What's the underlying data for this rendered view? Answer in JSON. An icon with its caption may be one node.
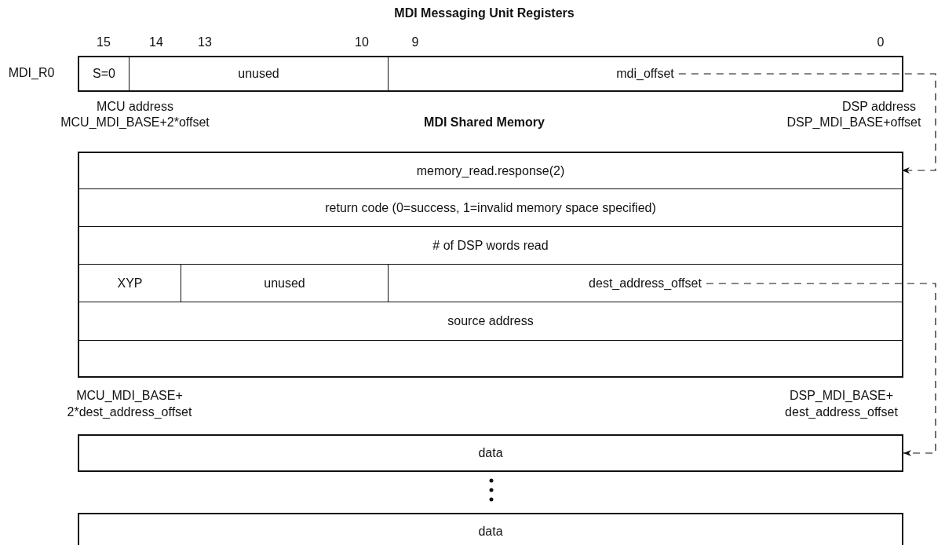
{
  "diagram": {
    "title": "MDI Messaging Unit Registers",
    "nodes": [
      {
        "text": [],
        "shape": "box"
      },
      {
        "text": [
          "S=0"
        ],
        "in": 0
      },
      {
        "text": [
          "unused"
        ],
        "in": 0
      },
      {
        "text": [
          "mdi_offset"
        ],
        "in": 0
      },
      {
        "text": [],
        "shape": "box"
      },
      {
        "text": [
          "memory_read.response(2)"
        ],
        "in": 4
      },
      {
        "text": [
          "return code (0=success, 1=invalid memory space specified)"
        ],
        "in": 4
      },
      {
        "text": [
          "# of DSP words read"
        ],
        "in": 4
      },
      {
        "text": [
          "XYP"
        ],
        "in": 4
      },
      {
        "text": [
          "unused"
        ],
        "in": 4
      },
      {
        "text": [
          "dest_address_offset"
        ],
        "in": 4
      },
      {
        "text": [
          "source address"
        ],
        "in": 4
      },
      {
        "text": [],
        "shape": "box",
        "in": 4
      },
      {
        "text": [
          "data"
        ]
      },
      {
        "text": [
          "data"
        ]
      }
    ],
    "edges": [
      {
        "from": 3,
        "to": 5,
        "arrow": "to",
        "style": "dashed"
      },
      {
        "from": 10,
        "to": 13,
        "arrow": "to",
        "style": "dashed"
      }
    ],
    "labels": [
      "15",
      "14",
      "13",
      "10",
      "9",
      "0",
      "MDI_R0",
      "MCU address",
      "DSP address",
      "MCU_MDI_BASE+2*offset",
      "MDI Shared Memory",
      "DSP_MDI_BASE+offset",
      "MCU_MDI_BASE+",
      "DSP_MDI_BASE+",
      "2*dest_address_offset",
      "dest_address_offset"
    ]
  }
}
